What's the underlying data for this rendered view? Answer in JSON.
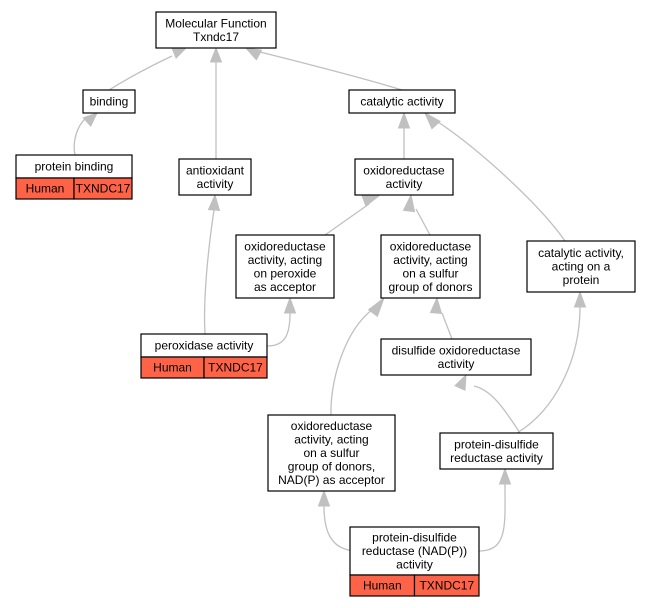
{
  "colors": {
    "annotation_fill": "#ff6347",
    "edge": "#c0c0c0",
    "node_border": "#000000",
    "background": "#ffffff"
  },
  "nodes": {
    "molecular_function": {
      "lines": [
        "Molecular Function",
        "Txndc17"
      ]
    },
    "binding": {
      "lines": [
        "binding"
      ]
    },
    "catalytic_activity": {
      "lines": [
        "catalytic activity"
      ]
    },
    "protein_binding": {
      "lines": [
        "protein binding"
      ],
      "annotation": {
        "species": "Human",
        "gene": "TXNDC17"
      }
    },
    "antioxidant_activity": {
      "lines": [
        "antioxidant",
        "activity"
      ]
    },
    "oxidoreductase_activity": {
      "lines": [
        "oxidoreductase",
        "activity"
      ]
    },
    "oxidoreductase_peroxide": {
      "lines": [
        "oxidoreductase",
        "activity, acting",
        "on peroxide",
        "as acceptor"
      ]
    },
    "oxidoreductase_sulfur": {
      "lines": [
        "oxidoreductase",
        "activity, acting",
        "on a sulfur",
        "group of donors"
      ]
    },
    "catalytic_on_protein": {
      "lines": [
        "catalytic activity,",
        "acting on a",
        "protein"
      ]
    },
    "peroxidase_activity": {
      "lines": [
        "peroxidase activity"
      ],
      "annotation": {
        "species": "Human",
        "gene": "TXNDC17"
      }
    },
    "disulfide_oxidoreductase": {
      "lines": [
        "disulfide oxidoreductase",
        "activity"
      ]
    },
    "oxidoreductase_sulfur_nadp": {
      "lines": [
        "oxidoreductase",
        "activity, acting",
        "on a sulfur",
        "group of donors,",
        "NAD(P) as acceptor"
      ]
    },
    "protein_disulfide_reductase": {
      "lines": [
        "protein-disulfide",
        "reductase activity"
      ]
    },
    "protein_disulfide_reductase_nadp": {
      "lines": [
        "protein-disulfide",
        "reductase (NAD(P))",
        "activity"
      ],
      "annotation": {
        "species": "Human",
        "gene": "TXNDC17"
      }
    }
  },
  "edges": [
    {
      "from": "binding",
      "to": "molecular_function"
    },
    {
      "from": "antioxidant_activity",
      "to": "molecular_function"
    },
    {
      "from": "catalytic_activity",
      "to": "molecular_function"
    },
    {
      "from": "protein_binding",
      "to": "binding"
    },
    {
      "from": "oxidoreductase_activity",
      "to": "catalytic_activity"
    },
    {
      "from": "catalytic_on_protein",
      "to": "catalytic_activity"
    },
    {
      "from": "oxidoreductase_peroxide",
      "to": "oxidoreductase_activity"
    },
    {
      "from": "oxidoreductase_sulfur",
      "to": "oxidoreductase_activity"
    },
    {
      "from": "peroxidase_activity",
      "to": "antioxidant_activity"
    },
    {
      "from": "peroxidase_activity",
      "to": "oxidoreductase_peroxide"
    },
    {
      "from": "disulfide_oxidoreductase",
      "to": "oxidoreductase_sulfur"
    },
    {
      "from": "oxidoreductase_sulfur_nadp",
      "to": "oxidoreductase_sulfur"
    },
    {
      "from": "protein_disulfide_reductase",
      "to": "disulfide_oxidoreductase"
    },
    {
      "from": "protein_disulfide_reductase",
      "to": "catalytic_on_protein"
    },
    {
      "from": "protein_disulfide_reductase_nadp",
      "to": "oxidoreductase_sulfur_nadp"
    },
    {
      "from": "protein_disulfide_reductase_nadp",
      "to": "protein_disulfide_reductase"
    }
  ]
}
